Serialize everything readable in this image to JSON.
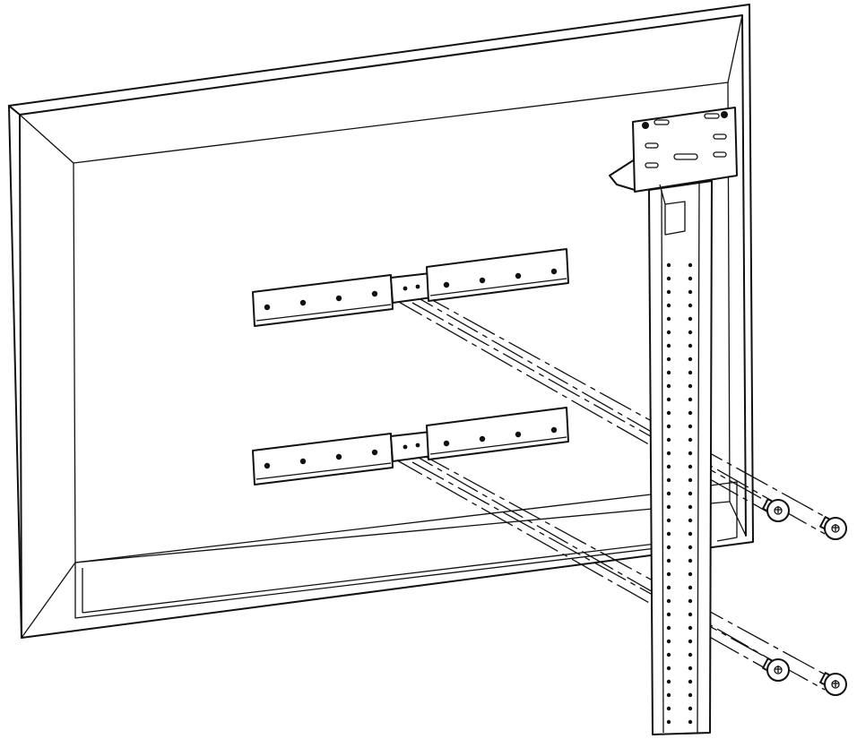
{
  "figure": {
    "type": "assembly-illustration",
    "subject": "tv-back-with-mounting-brackets-and-stand-column",
    "parts": [
      {
        "name": "tv-panel-back"
      },
      {
        "name": "upper-mounting-bracket",
        "holes": 8
      },
      {
        "name": "lower-mounting-bracket",
        "holes": 8
      },
      {
        "name": "stand-column",
        "slot_rows": 2
      },
      {
        "name": "top-mounting-plate"
      },
      {
        "name": "screw",
        "count": 4
      }
    ],
    "line_color": "#111111",
    "background": "#ffffff"
  }
}
